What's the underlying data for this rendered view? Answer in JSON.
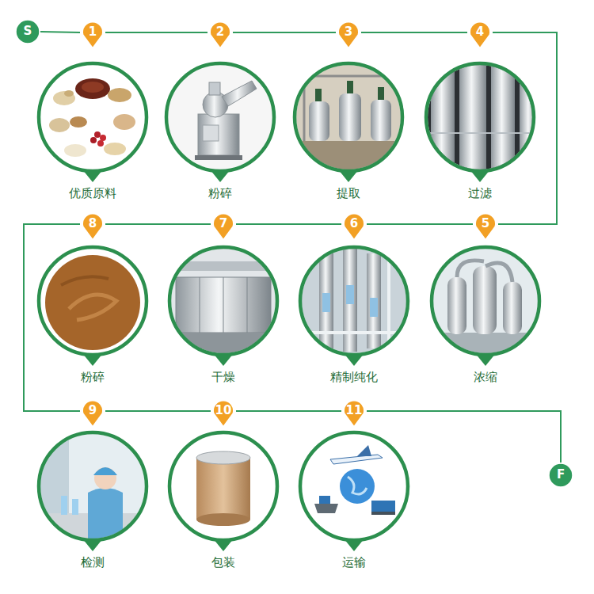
{
  "diagram": {
    "nodes": [
      {
        "text": [
          "S"
        ]
      },
      {
        "text": [
          "1"
        ]
      },
      {
        "text": [
          "优质原料"
        ]
      },
      {
        "text": [
          "2"
        ]
      },
      {
        "text": [
          "粉碎"
        ]
      },
      {
        "text": [
          "3"
        ]
      },
      {
        "text": [
          "提取"
        ]
      },
      {
        "text": [
          "4"
        ]
      },
      {
        "text": [
          "过滤"
        ]
      },
      {
        "text": [
          "5"
        ]
      },
      {
        "text": [
          "浓缩"
        ]
      },
      {
        "text": [
          "6"
        ]
      },
      {
        "text": [
          "精制纯化"
        ]
      },
      {
        "text": [
          "7"
        ]
      },
      {
        "text": [
          "干燥"
        ]
      },
      {
        "text": [
          "8"
        ]
      },
      {
        "text": [
          "粉碎"
        ]
      },
      {
        "text": [
          "9"
        ]
      },
      {
        "text": [
          "检测"
        ]
      },
      {
        "text": [
          "10"
        ]
      },
      {
        "text": [
          "包装"
        ]
      },
      {
        "text": [
          "11"
        ]
      },
      {
        "text": [
          "运输"
        ]
      },
      {
        "text": [
          "F"
        ]
      }
    ],
    "edges": [
      {
        "from": 0,
        "to": 1,
        "arrow": "none"
      },
      {
        "from": 1,
        "to": 3,
        "arrow": "none"
      },
      {
        "from": 3,
        "to": 5,
        "arrow": "none"
      },
      {
        "from": 5,
        "to": 7,
        "arrow": "none"
      },
      {
        "from": 7,
        "to": 9,
        "arrow": "none"
      },
      {
        "from": 9,
        "to": 11,
        "arrow": "none"
      },
      {
        "from": 11,
        "to": 13,
        "arrow": "none"
      },
      {
        "from": 13,
        "to": 15,
        "arrow": "none"
      },
      {
        "from": 15,
        "to": 17,
        "arrow": "none"
      },
      {
        "from": 17,
        "to": 19,
        "arrow": "none"
      },
      {
        "from": 19,
        "to": 21,
        "arrow": "none"
      },
      {
        "from": 21,
        "to": 23,
        "arrow": "none"
      }
    ]
  }
}
